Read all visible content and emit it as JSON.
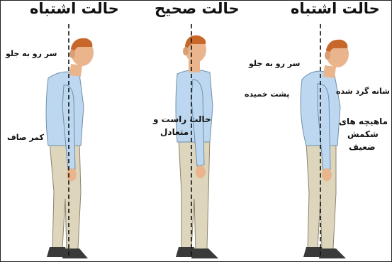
{
  "panels": [
    {
      "title": "حالت اشتباه",
      "labels": [
        "سر رو به جلو",
        "کمر صاف"
      ]
    },
    {
      "title": "حالت صحیح",
      "labels": [
        "حالت راست و",
        "متعادل"
      ]
    },
    {
      "title": "حالت اشتباه",
      "labels": [
        "سر رو به جلو",
        "شانه گرد شده",
        "پشت خمیده",
        "ماهیچه های",
        "شکمش",
        "ضعیف"
      ]
    }
  ],
  "colors": {
    "shirt": "#bcd7ef",
    "pants": "#ddd6bd",
    "skin": "#eab58c",
    "hair": "#c7682a",
    "shoe": "#3a3a3a",
    "line": "#111111"
  }
}
